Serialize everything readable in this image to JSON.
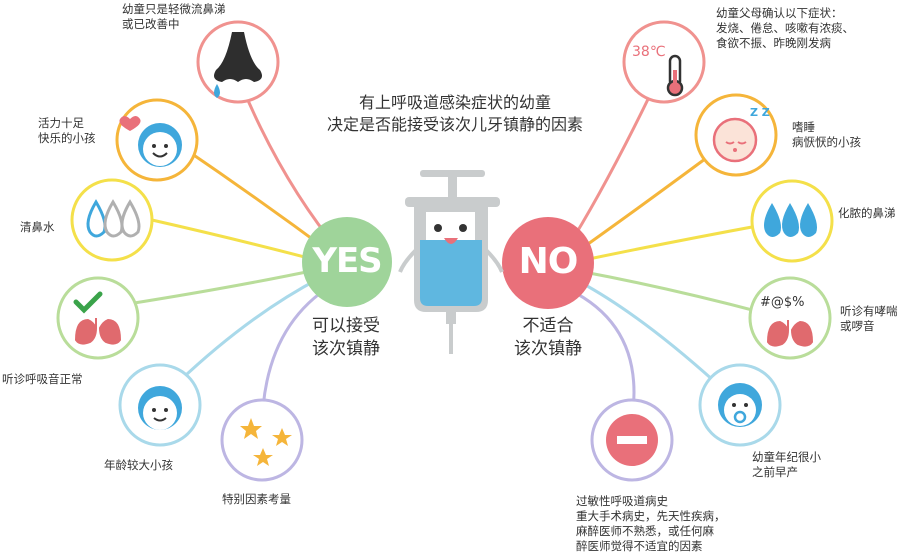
{
  "title": "有上呼吸道感染症状的幼童\n决定是否能接受该次儿牙镇静的因素",
  "yes": {
    "badge": "YES",
    "caption": "可以接受\n该次镇静",
    "color": "#9fd49a",
    "factors": [
      {
        "label": "幼童只是轻微流鼻涕\n或已改善中",
        "icon": "runny-nose-icon",
        "color": "#f0928f"
      },
      {
        "label": "活力十足\n快乐的小孩",
        "icon": "happy-child-icon",
        "color": "#f5b53a"
      },
      {
        "label": "清鼻水",
        "icon": "clear-drops-icon",
        "color": "#f4e04a"
      },
      {
        "label": "听诊呼吸音正常",
        "icon": "healthy-lungs-icon",
        "color": "#b9dd9a"
      },
      {
        "label": "年龄较大小孩",
        "icon": "older-child-icon",
        "color": "#a9d9ea"
      },
      {
        "label": "特别因素考量",
        "icon": "stars-icon",
        "color": "#bdb6e3"
      }
    ]
  },
  "no": {
    "badge": "NO",
    "caption": "不适合\n该次镇静",
    "color": "#e9707a",
    "factors": [
      {
        "label": "幼童父母确认以下症状：\n发烧、倦怠、咳嗽有浓痰、\n食欲不振、昨晚刚发病",
        "icon": "thermometer-icon",
        "color": "#f0928f",
        "icon_text": "38℃"
      },
      {
        "label": "嗜睡\n病恹恹的小孩",
        "icon": "sleepy-child-icon",
        "color": "#f5b53a",
        "icon_text": "Z Z"
      },
      {
        "label": "化脓的鼻涕",
        "icon": "thick-drops-icon",
        "color": "#f4e04a"
      },
      {
        "label": "听诊有哮喘\n或啰音",
        "icon": "wheezing-lungs-icon",
        "color": "#b9dd9a",
        "icon_text": "#@$%"
      },
      {
        "label": "幼童年纪很小\n之前早产",
        "icon": "infant-icon",
        "color": "#a9d9ea"
      },
      {
        "label": "过敏性呼吸道病史\n重大手术病史，先天性疾病，\n麻醉医师不熟悉，或任何麻\n醉医师觉得不适宜的因素",
        "icon": "no-entry-icon",
        "color": "#bdb6e3"
      }
    ]
  },
  "colors": {
    "drop_blue": "#3fa7dc",
    "lung_red": "#e06a6e",
    "check_green": "#3aa34a",
    "syringe_grey": "#c9cccd",
    "liquid_blue": "#5fb7e0"
  }
}
